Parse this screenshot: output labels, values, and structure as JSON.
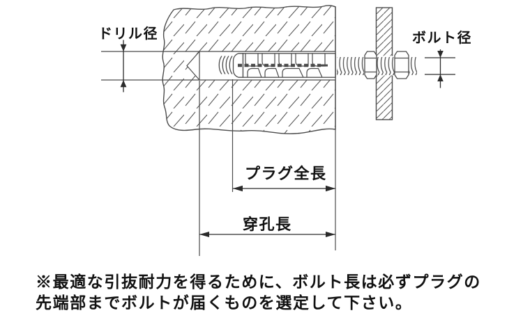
{
  "diagram": {
    "dimension_labels": {
      "drill_diameter": "ドリル径",
      "bolt_diameter": "ボルト径",
      "plug_total_length": "プラグ全長",
      "drilled_hole_length": "穿孔長"
    },
    "note": {
      "line1": "※最適な引抜耐力を得るために、ボルト長は必ずプラグの",
      "line2": "先端部までボルトが届くものを選定して下さい。"
    },
    "colors": {
      "line": "#4a4a4a",
      "hatch": "#5a5a5a",
      "text": "#111111",
      "background": "#ffffff"
    }
  }
}
